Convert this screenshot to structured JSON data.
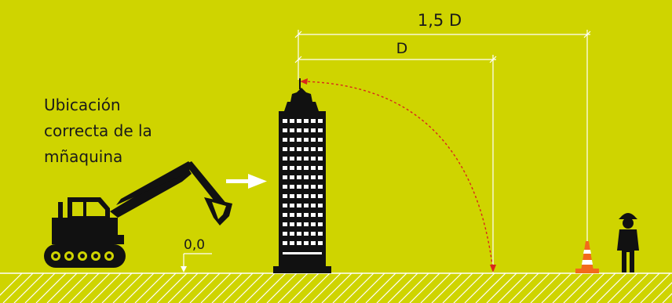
{
  "dimensions": {
    "large": "1,5 D",
    "small": "D"
  },
  "caption": {
    "line1": "Ubicación",
    "line2": "correcta de la",
    "line3": "mñaquina"
  },
  "ground_level": "0,0",
  "colors": {
    "background": "#cfd400",
    "building": "#111111",
    "windows": "#ffffff",
    "dimension_lines": "#ffffff",
    "fall_arc": "#d9261c",
    "cone": "#f26a1b",
    "hatch": "#ffffff"
  },
  "icons": {
    "excavator": "excavator-icon",
    "arrow": "arrow-right-icon",
    "building": "building-icon",
    "cone": "traffic-cone-icon",
    "worker": "worker-icon"
  }
}
